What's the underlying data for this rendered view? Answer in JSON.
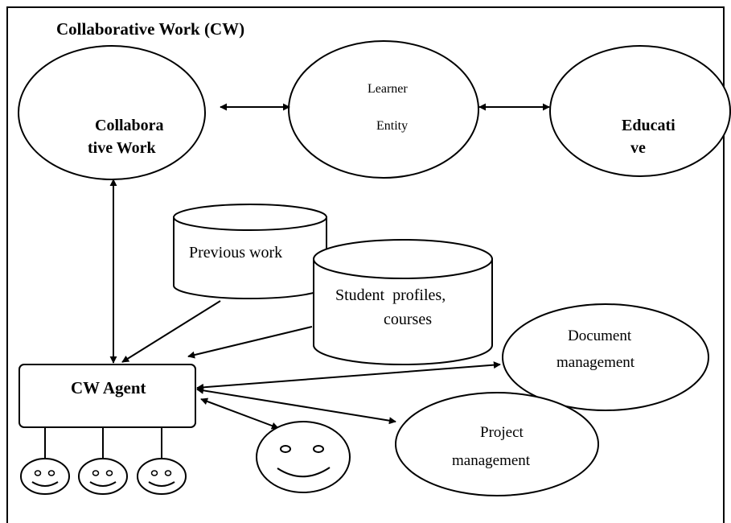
{
  "title": "Collaborative Work (CW)",
  "nodes": {
    "collaborative_work": [
      "Collabora",
      "tive Work"
    ],
    "learner_entity": [
      "Learner",
      "Entity"
    ],
    "educative": [
      "Educati",
      "ve"
    ],
    "previous_work": "Previous work",
    "student_profiles": [
      "Student  profiles,",
      "courses"
    ],
    "cw_agent": "CW Agent",
    "document_management": [
      "Document",
      "management"
    ],
    "project_management": [
      "Project",
      "management"
    ]
  },
  "colors": {
    "stroke": "#000000",
    "fill": "#ffffff"
  }
}
